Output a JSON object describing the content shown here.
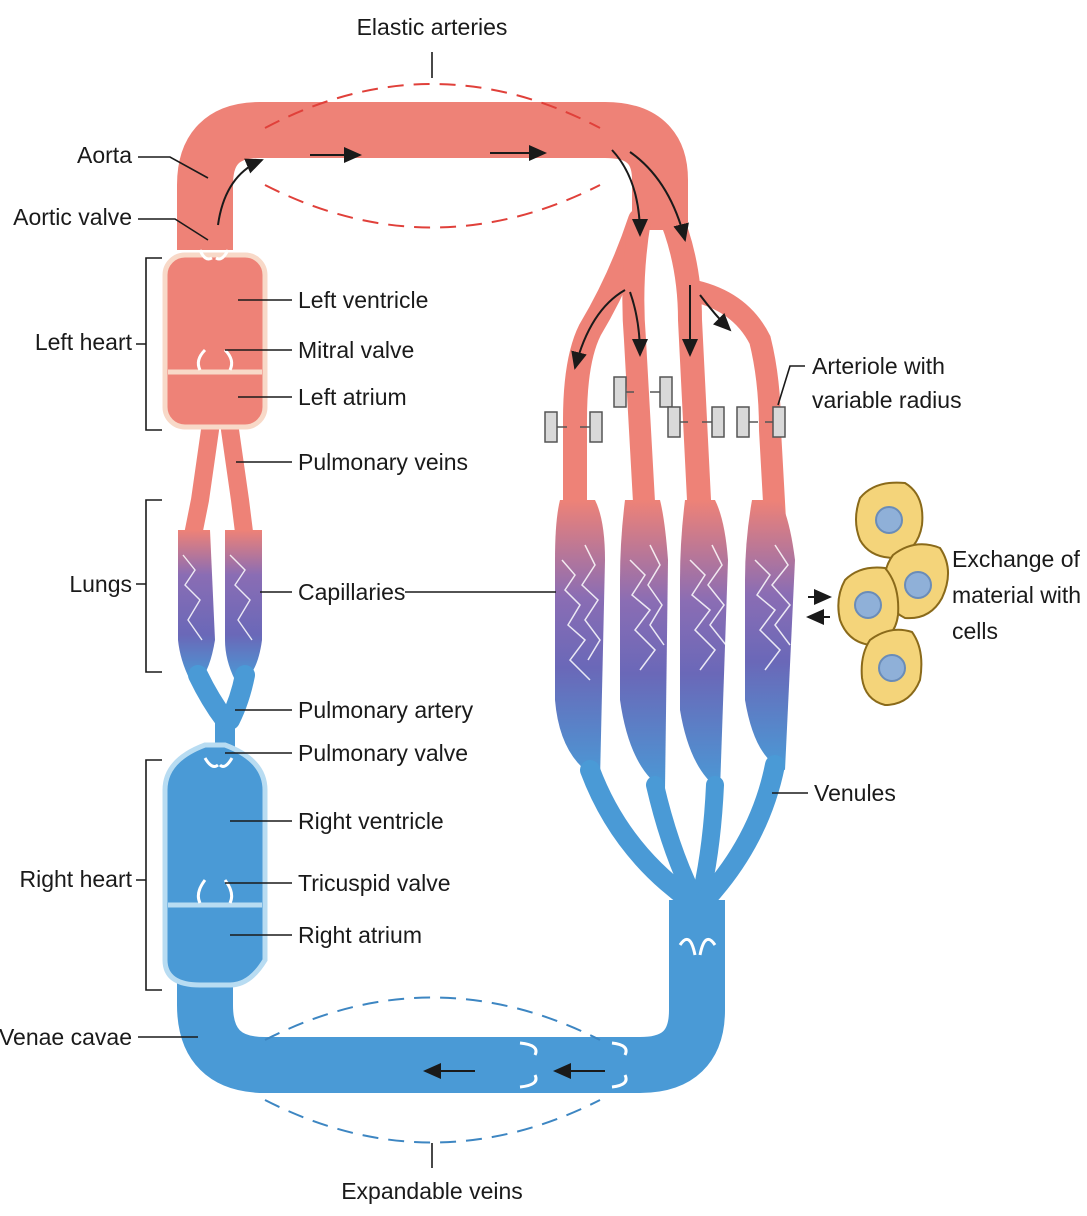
{
  "labels": {
    "elastic_arteries": "Elastic arteries",
    "aorta": "Aorta",
    "aortic_valve": "Aortic valve",
    "left_heart": "Left heart",
    "left_ventricle": "Left ventricle",
    "mitral_valve": "Mitral valve",
    "left_atrium": "Left atrium",
    "pulmonary_veins": "Pulmonary veins",
    "lungs": "Lungs",
    "capillaries": "Capillaries",
    "pulmonary_artery": "Pulmonary artery",
    "pulmonary_valve": "Pulmonary valve",
    "right_heart": "Right heart",
    "right_ventricle": "Right ventricle",
    "tricuspid_valve": "Tricuspid valve",
    "right_atrium": "Right atrium",
    "venae_cavae": "Venae cavae",
    "expandable_veins": "Expandable veins",
    "arteriole_line1": "Arteriole with",
    "arteriole_line2": "variable radius",
    "venules": "Venules",
    "exchange_line1": "Exchange of",
    "exchange_line2": "material with",
    "exchange_line3": "cells"
  },
  "colors": {
    "arterial": "#ee8277",
    "arterial_dark": "#e06e64",
    "venous": "#4a9ad6",
    "venous_dark": "#3d86c2",
    "capillary": "#5b57a8",
    "cell_fill": "#f4d47a",
    "cell_nucleus": "#8fb0d8",
    "heart_left_border": "#f8d9c8",
    "heart_right_border": "#b8dcf2"
  }
}
